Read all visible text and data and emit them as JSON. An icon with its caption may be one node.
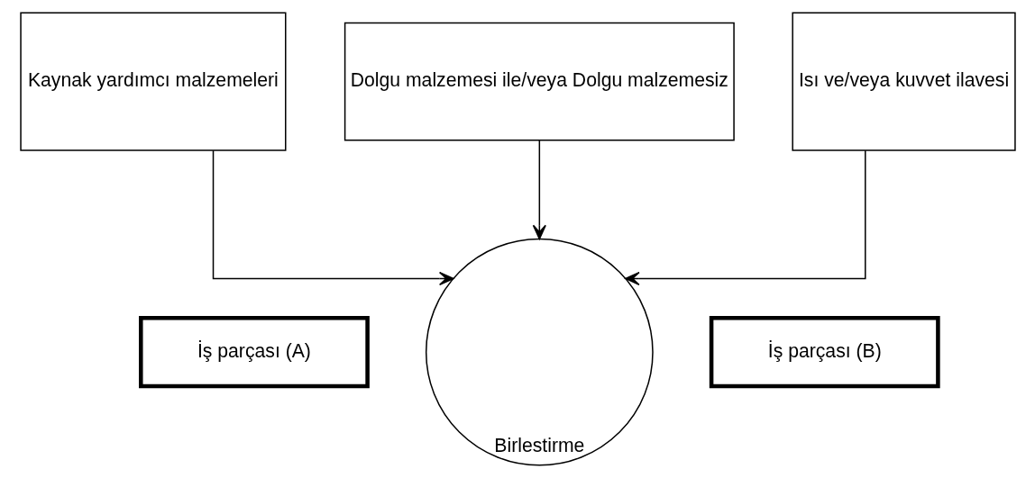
{
  "diagram": {
    "nodes": [
      {
        "text": [
          "Kaynak yardımcı malzemeleri"
        ]
      },
      {
        "text": [
          "Dolgu malzemesi ile/veya Dolgu malzemesiz"
        ]
      },
      {
        "text": [
          "Isı ve/veya kuvvet ilavesi"
        ]
      },
      {
        "text": [
          "Birlestirme"
        ]
      },
      {
        "text": [
          "İş parçası (A)"
        ]
      },
      {
        "text": [
          "İş parçası (B)"
        ]
      }
    ],
    "edges": [
      {
        "from": 0,
        "to": 3,
        "arrow": "to"
      },
      {
        "from": 1,
        "to": 3,
        "arrow": "to"
      },
      {
        "from": 2,
        "to": 3,
        "arrow": "to"
      }
    ]
  }
}
